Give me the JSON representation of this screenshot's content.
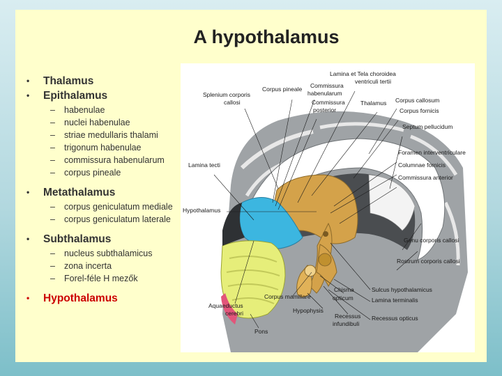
{
  "title": "A hypothalamus",
  "outline": [
    {
      "label": "Thalamus",
      "children": []
    },
    {
      "label": "Epithalamus",
      "children": [
        "habenulae",
        "nuclei habenulae",
        "striae medullaris thalami",
        "trigonum habenulae",
        "commissura habenularum",
        "corpus pineale"
      ]
    },
    {
      "label": "Metathalamus",
      "children": [
        "corpus geniculatum mediale",
        "corpus geniculatum laterale"
      ]
    },
    {
      "label": "Subthalamus",
      "children": [
        "nucleus subthalamicus",
        "zona incerta",
        "Forel-féle H mezők"
      ]
    },
    {
      "label": "Hypothalamus",
      "children": [],
      "highlight": true
    }
  ],
  "highlight_color": "#cc0000",
  "figure_labels": {
    "lamina_tela": "Lamina et Tela choroidea",
    "ventriculi_tertii": "ventriculi tertii",
    "splenium1": "Splenium corporis",
    "splenium2": "callosi",
    "corpus_pineale": "Corpus pineale",
    "comm_hab1": "Commissura",
    "comm_hab2": "habenularum",
    "comm_post1": "Commissura",
    "comm_post2": "posterior",
    "thalamus": "Thalamus",
    "corpus_callosum": "Corpus callosum",
    "corpus_fornicis": "Corpus fornicis",
    "septum": "Septum pellucidum",
    "foramen": "Foramen interventriculare",
    "columnae": "Columnae fornicis",
    "comm_ant": "Commissura anterior",
    "lamina_tecti": "Lamina tecti",
    "hypothalamus": "Hypothalamus",
    "genu": "Genu corporis callosi",
    "rostrum": "Rostrum corporis callosi",
    "sulcus": "Sulcus hypothalamicus",
    "chisma1": "Chisma",
    "chisma2": "opticum",
    "lamina_term": "Lamina terminalis",
    "corpus_mam": "Corpus mamillare",
    "aqu1": "Aquaeductus",
    "aqu2": "cerebri",
    "hypophysis": "Hypophysis",
    "rec_inf1": "Recessus",
    "rec_inf2": "infundibuli",
    "rec_opt": "Recessus opticus",
    "pons": "Pons"
  }
}
